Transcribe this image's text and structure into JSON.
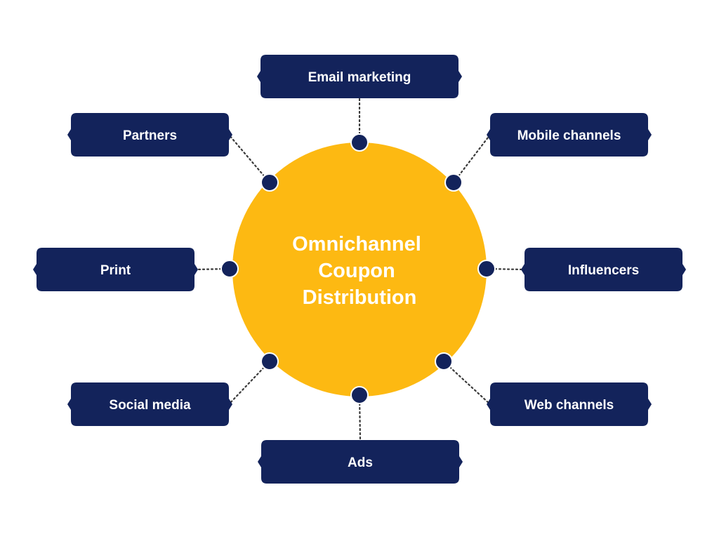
{
  "colors": {
    "hub_fill": "#FDB912",
    "hub_text": "#FFFFFF",
    "box_fill": "#13235B",
    "box_text": "#FFFFFF",
    "node_fill": "#13235B",
    "connector": "#3A3A3A",
    "background": "#FFFFFF"
  },
  "hub": {
    "title_lines": [
      "Omnichannel",
      "Coupon",
      "Distribution"
    ]
  },
  "channels": [
    {
      "label": "Email marketing"
    },
    {
      "label": "Mobile channels"
    },
    {
      "label": "Influencers"
    },
    {
      "label": "Web channels"
    },
    {
      "label": "Ads"
    },
    {
      "label": "Social media"
    },
    {
      "label": "Print"
    },
    {
      "label": "Partners"
    }
  ]
}
